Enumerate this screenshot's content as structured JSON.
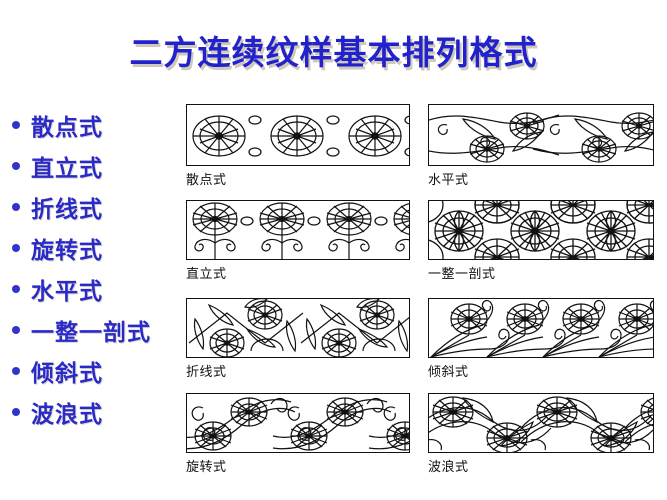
{
  "slide": {
    "title": "二方连续纹样基本排列格式",
    "title_color": "#2222cc",
    "shadow_color": "#cfc8bb",
    "background": "#ffffff"
  },
  "bullets": [
    {
      "label": "散点式"
    },
    {
      "label": "直立式"
    },
    {
      "label": "折线式"
    },
    {
      "label": "旋转式"
    },
    {
      "label": "水平式"
    },
    {
      "label": "一整一剖式"
    },
    {
      "label": "倾斜式"
    },
    {
      "label": "波浪式"
    }
  ],
  "panels": [
    {
      "caption": "散点式",
      "pattern": "scattered-dots-border"
    },
    {
      "caption": "水平式",
      "pattern": "horizontal-vine-border"
    },
    {
      "caption": "直立式",
      "pattern": "upright-flower-border"
    },
    {
      "caption": "一整一剖式",
      "pattern": "whole-half-flower-border"
    },
    {
      "caption": "折线式",
      "pattern": "zigzag-leaf-border"
    },
    {
      "caption": "倾斜式",
      "pattern": "slanted-flower-border"
    },
    {
      "caption": "旋转式",
      "pattern": "rotating-scroll-border"
    },
    {
      "caption": "波浪式",
      "pattern": "wave-scroll-border"
    }
  ]
}
